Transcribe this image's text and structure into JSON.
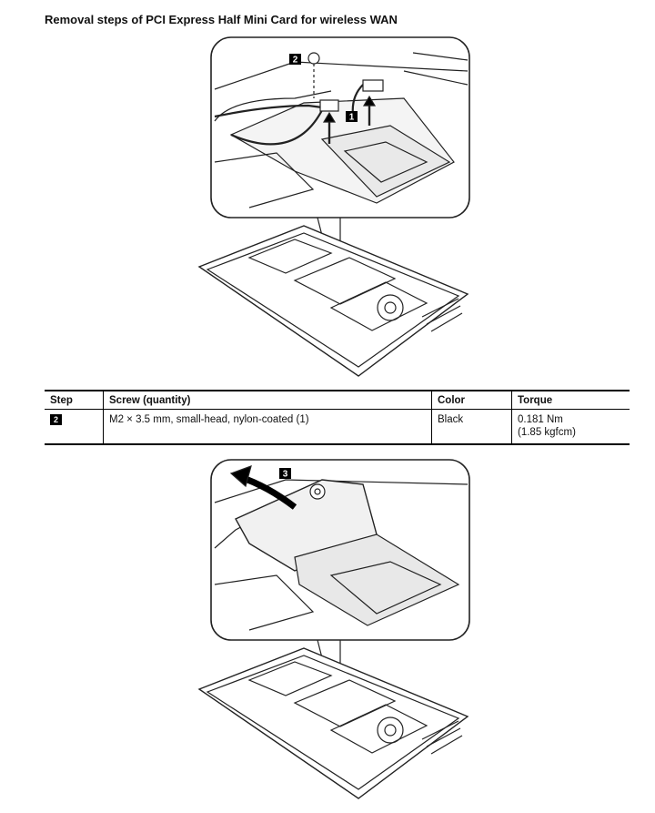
{
  "heading": "Removal steps of PCI Express Half Mini Card for wireless WAN",
  "figure1": {
    "callouts": [
      "2",
      "1"
    ]
  },
  "figure2": {
    "callouts": [
      "3"
    ]
  },
  "table": {
    "headers": {
      "step": "Step",
      "screw": "Screw (quantity)",
      "color": "Color",
      "torque": "Torque"
    },
    "row": {
      "step": "2",
      "screw": "M2 × 3.5 mm, small-head, nylon-coated (1)",
      "color": "Black",
      "torque_line1": "0.181 Nm",
      "torque_line2": "(1.85 kgfcm)"
    }
  }
}
